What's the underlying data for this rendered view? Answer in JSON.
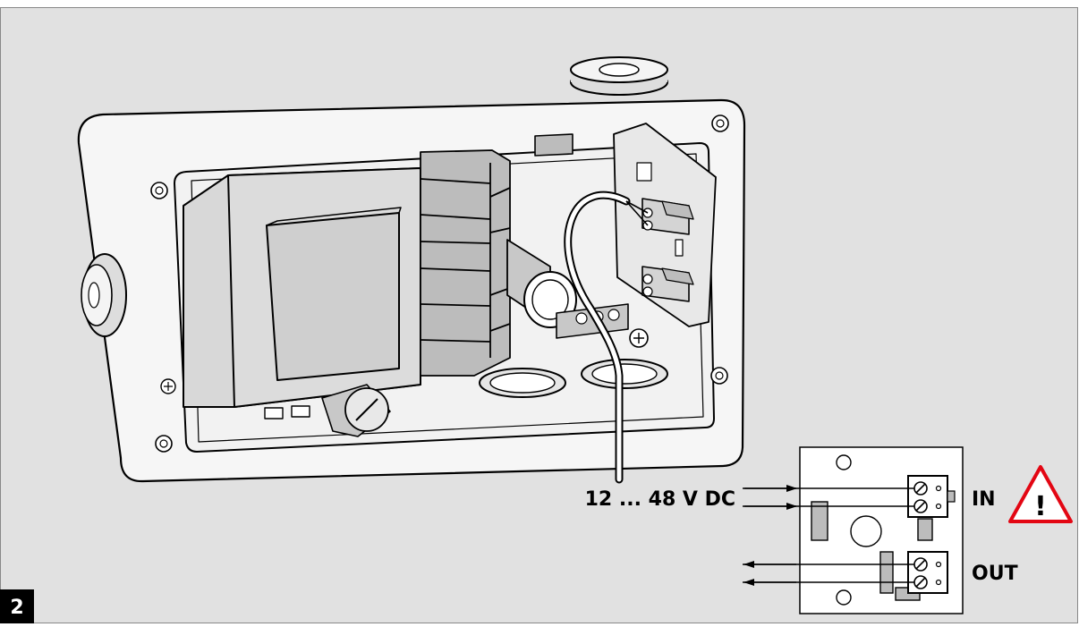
{
  "figure": {
    "number": "2",
    "voltage_label": "12 ... 48 V DC",
    "in_label": "IN",
    "out_label": "OUT",
    "warning_symbol": "!",
    "background_color": "#e1e1e1",
    "icons": [
      "warning-triangle-icon",
      "screw-terminal-icon",
      "arrow-right-icon",
      "arrow-left-icon"
    ]
  }
}
